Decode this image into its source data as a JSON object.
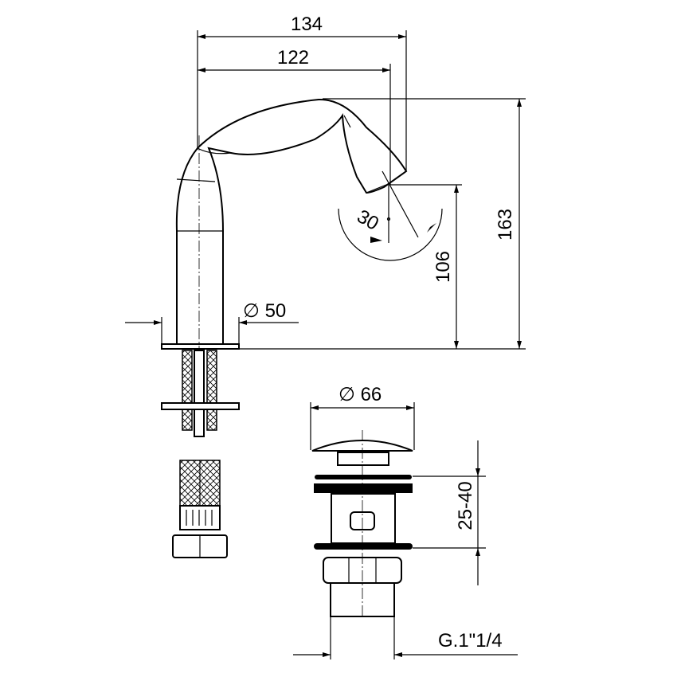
{
  "drawing": {
    "dimensions": {
      "overall_reach": "134",
      "outlet_reach": "122",
      "overall_height": "163",
      "outlet_height": "106",
      "spout_angle": "30",
      "base_diameter": "∅ 50",
      "drain_cap_diameter": "∅ 66",
      "drain_thickness_range": "25-40",
      "drain_thread": "G.1\"1/4"
    },
    "line_color": "#000000",
    "background_color": "#ffffff"
  }
}
